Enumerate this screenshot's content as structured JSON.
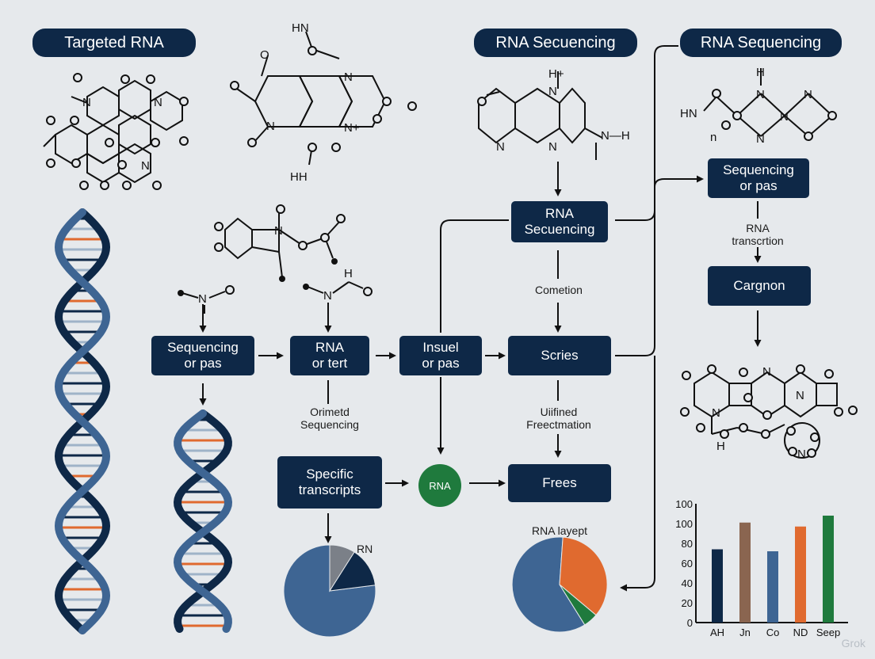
{
  "headers": {
    "left": "Targeted RNA",
    "center": "RNA Secuencing",
    "right": "RNA Sequencing"
  },
  "boxes": {
    "sequencing_or_pas": "Sequencing\nor pas",
    "rna_or_tert": "RNA\nor tert",
    "insuel_or_pas": "Insuel\nor pas",
    "scries": "Scries",
    "rna_secuencing": "RNA\nSecuencing",
    "sequencing_or_pas_right": "Sequencing\nor pas",
    "cargnon": "Cargnon",
    "specific_transcripts": "Specific\ntranscripts",
    "frees": "Frees",
    "rna_circle": "RNA"
  },
  "labels": {
    "cometion": "Cometion",
    "orimetd_sequencing": "Orimetd\nSequencing",
    "uiifined_freectmation": "Uiifined\nFreectmation",
    "rna_transcrtion": "RNA\ntranscrtion",
    "rn": "RN",
    "rna_layept": "RNA layept"
  },
  "chem_text": {
    "hn_top": "HN",
    "hh_bottom": "HH",
    "n": "N",
    "n_plus": "N+",
    "h_plus": "H+",
    "n_h": "N—H",
    "h": "H",
    "hn_right": "HN",
    "h_right": "H",
    "n_small": "n"
  },
  "colors": {
    "navy": "#0e2847",
    "blue": "#3e6593",
    "orange": "#e06a2f",
    "green": "#1f7a3d",
    "brown": "#8a6550",
    "gray": "#7b8088",
    "background": "#e6e9ec"
  },
  "chart_data": [
    {
      "type": "pie",
      "title": "",
      "labels": [
        "RN"
      ],
      "values": [
        77,
        9,
        14
      ],
      "colors": [
        "#3e6593",
        "#7b8088",
        "#0e2847"
      ]
    },
    {
      "type": "pie",
      "title": "RNA layept",
      "values": [
        60,
        35,
        5
      ],
      "colors": [
        "#3e6593",
        "#e06a2f",
        "#1f7a3d"
      ]
    },
    {
      "type": "bar",
      "categories": [
        "AH",
        "Jn",
        "Co",
        "ND",
        "Seep"
      ],
      "values": [
        74,
        101,
        72,
        97,
        108
      ],
      "colors": [
        "#0e2847",
        "#8a6550",
        "#3e6593",
        "#e06a2f",
        "#1f7a3d"
      ],
      "yticks": [
        "0",
        "20",
        "40",
        "60",
        "80",
        "100",
        "100"
      ],
      "ylim": [
        0,
        120
      ]
    }
  ],
  "watermark": "Grok"
}
